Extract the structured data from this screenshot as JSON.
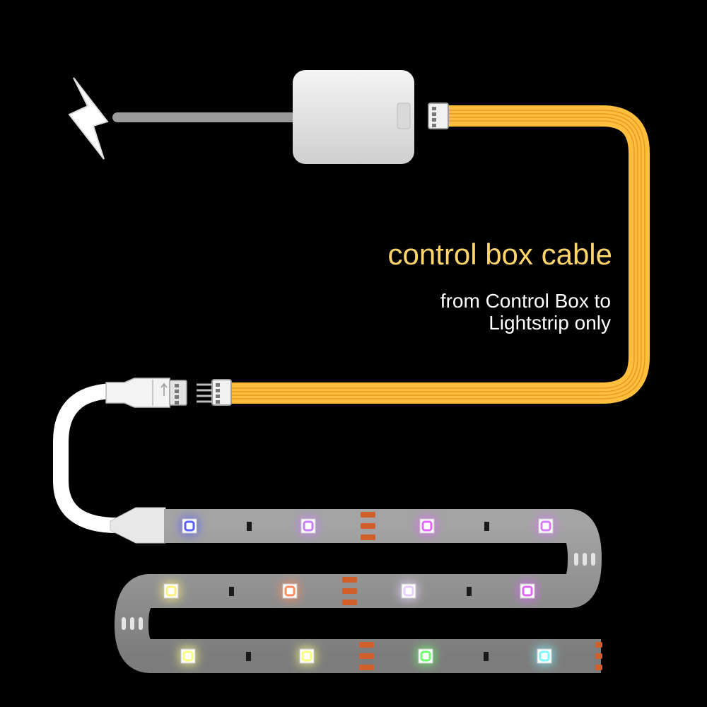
{
  "labels": {
    "cable_title": "control box cable",
    "cable_note_line1": "from Control Box to",
    "cable_note_line2": "Lightstrip only"
  },
  "icons": {
    "power": "lightning-bolt-icon",
    "control_box": "control-box",
    "connector": "connector-plug-icon"
  },
  "colors": {
    "background": "#000000",
    "cable": "#ffbf3c",
    "cable_title": "#ffd56a",
    "note": "#ffffff",
    "strip": "#8f8f8f",
    "box": "#e6e6e6"
  },
  "leds": {
    "row1": [
      "#5a5cff",
      "#c77dff",
      "#e066ff",
      "#d77bff"
    ],
    "row2": [
      "#fff27a",
      "#ff8a5c",
      "#e8d0ff",
      "#e066ff"
    ],
    "row3": [
      "#f8ff7a",
      "#f8ff7a",
      "#6dff6d",
      "#7ef4ff"
    ]
  }
}
